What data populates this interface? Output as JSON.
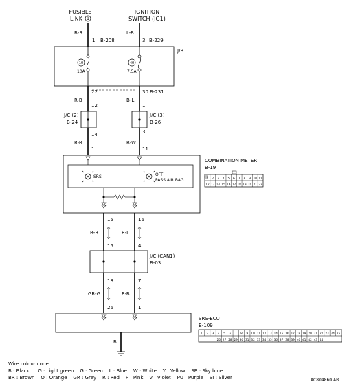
{
  "sources": {
    "left_line1": "FUSIBLE",
    "left_line2": "LINK",
    "left_num": "1",
    "right_line1": "IGNITION",
    "right_line2": "SWITCH (IG1)"
  },
  "wires": {
    "br_top": "B-R",
    "lb_top": "L-B",
    "pin1": "1",
    "conn_b208": "B-208",
    "pin3": "3",
    "conn_b229": "B-229"
  },
  "jb": {
    "label": "J/B",
    "fuse_left_num": "10",
    "fuse_left_amp": "10A",
    "fuse_right_num": "40",
    "fuse_right_amp": "7.5A"
  },
  "jb_out": {
    "rb": "R-B",
    "pin22": "22",
    "pin12": "12",
    "bl": "B-L",
    "pin30": "30",
    "conn_b231": "B-231",
    "pin1": "1"
  },
  "jc2": {
    "line1": "J/C (2)",
    "line2": "B-24",
    "pin14": "14",
    "wire": "R-B",
    "pin1": "1"
  },
  "jc3": {
    "line1": "J/C (3)",
    "line2": "B-26",
    "pin3": "3",
    "wire": "B-W",
    "pin11": "11"
  },
  "meter": {
    "title": "COMBINATION METER",
    "conn": "B-19",
    "srs": "SRS",
    "off": "OFF",
    "pass_air_bag": "PASS AIR BAG",
    "pins_row1": [
      "1",
      "2",
      "3",
      "4",
      "5",
      "6",
      "7",
      "8",
      "9",
      "10",
      "11"
    ],
    "pins_row2": [
      "12",
      "13",
      "14",
      "15",
      "16",
      "17",
      "18",
      "19",
      "20",
      "21",
      "22"
    ]
  },
  "can_wires": {
    "br": "B-R",
    "pin15a": "15",
    "pin15b": "15",
    "rl": "R-L",
    "pin16": "16",
    "pin4": "4"
  },
  "jc_can": {
    "line1": "J/C (CAN1)",
    "line2": "B-03"
  },
  "ecu_wires": {
    "grg": "GR-G",
    "pin18": "18",
    "pin26": "26",
    "rb": "R-B",
    "pin7": "7",
    "pin1": "1"
  },
  "ecu": {
    "title": "SRS-ECU",
    "conn": "B-109",
    "pins_row1": [
      "1",
      "2",
      "3",
      "4",
      "5",
      "6",
      "7",
      "8",
      "9",
      "10",
      "11",
      "12",
      "13",
      "14",
      "15",
      "16",
      "17",
      "18",
      "19",
      "20",
      "21",
      "22",
      "23",
      "24",
      "25"
    ],
    "pins_row2": [
      "26",
      "27",
      "28",
      "29",
      "30",
      "31",
      "32",
      "33",
      "34",
      "35",
      "36",
      "37",
      "38",
      "39",
      "40",
      "41",
      "42",
      "43",
      "44"
    ],
    "ground_wire": "B"
  },
  "legend": {
    "title": "Wire colour code",
    "row1": "B : Black    LG : Light green    G : Green    L : Blue    W : White    Y : Yellow    SB : Sky blue",
    "row2": "BR : Brown    O : Orange    GR : Grey    R : Red    P : Pink    V : Violet    PU : Purple    SI : Silver"
  },
  "figure_code": "AC804860 AB"
}
